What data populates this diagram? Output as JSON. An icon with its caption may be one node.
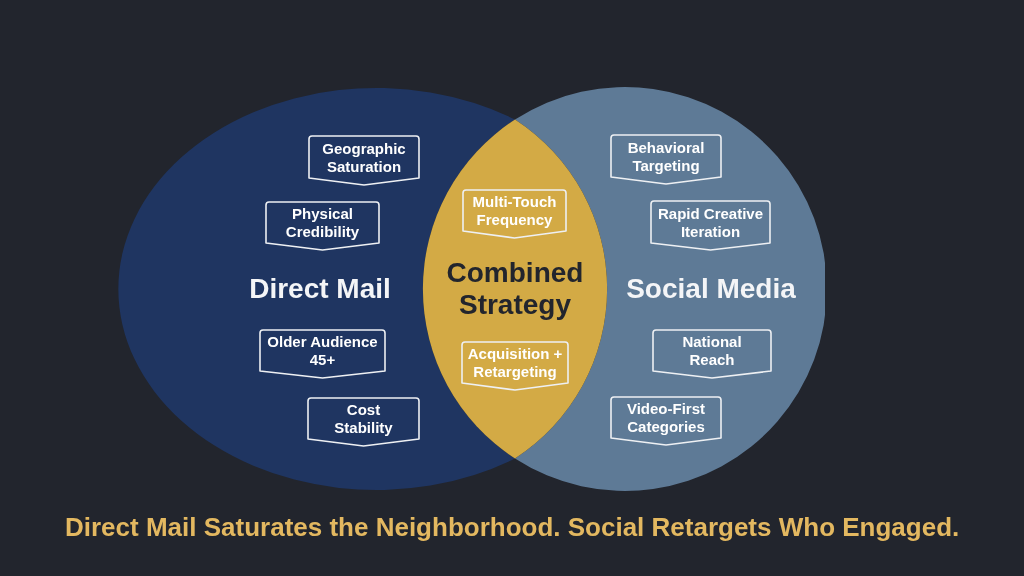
{
  "diagram": {
    "caption": "Direct Mail Saturates the Neighborhood. Social Retargets Who Engaged.",
    "nodes": [
      {
        "text": [
          "Direct Mail"
        ]
      },
      {
        "text": [
          "Geographic Saturation"
        ],
        "in": 0
      },
      {
        "text": [
          "Physical Credibility"
        ],
        "in": 0
      },
      {
        "text": [
          "Older Audience 45+"
        ],
        "in": 0
      },
      {
        "text": [
          "Cost Stability"
        ],
        "in": 0
      },
      {
        "text": [
          "Combined Strategy"
        ]
      },
      {
        "text": [
          "Multi-Touch Frequency"
        ],
        "in": 5
      },
      {
        "text": [
          "Acquisition + Retargeting"
        ],
        "in": 5
      },
      {
        "text": [
          "Social Media"
        ]
      },
      {
        "text": [
          "Behavioral Targeting"
        ],
        "in": 8
      },
      {
        "text": [
          "Rapid Creative Iteration"
        ],
        "in": 8
      },
      {
        "text": [
          "National Reach"
        ],
        "in": 8
      },
      {
        "text": [
          "Video-First Categories"
        ],
        "in": 8
      }
    ]
  }
}
